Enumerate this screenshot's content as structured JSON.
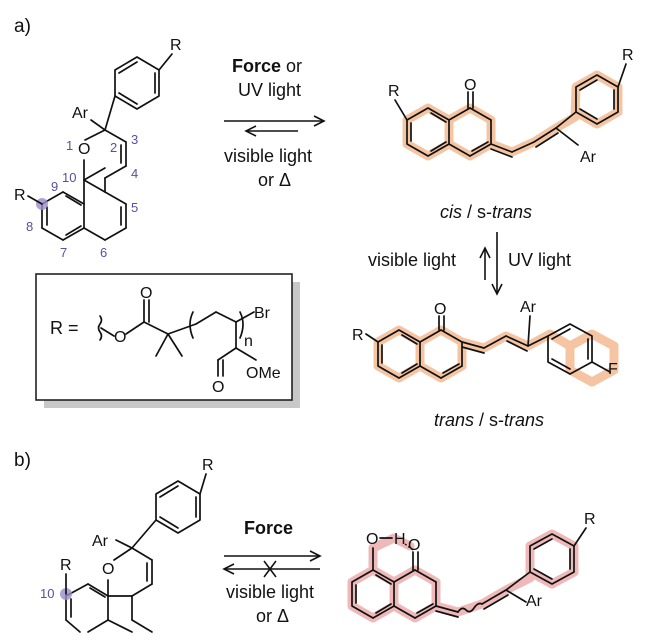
{
  "panels": {
    "a": "a)",
    "b": "b)"
  },
  "atoms": {
    "R": "R",
    "Ar": "Ar",
    "O": "O",
    "H": "H",
    "Br": "Br",
    "OMe": "OMe",
    "n": "n",
    "R_equals": "R =",
    "R_partial": "F"
  },
  "numbering": [
    "1",
    "2",
    "3",
    "4",
    "5",
    "6",
    "7",
    "8",
    "9",
    "10"
  ],
  "numbering_b": "10",
  "arrows_a_top": {
    "forward_bold": "Force",
    "forward_rest": " or",
    "forward_line2": "UV light",
    "reverse_line1": "visible light",
    "reverse_line2": "or Δ"
  },
  "arrows_a_vertical": {
    "left": "visible light",
    "right": "UV light"
  },
  "arrows_b": {
    "forward_bold": "Force",
    "reverse_line1": "visible light",
    "reverse_line2": "or Δ"
  },
  "isomer_labels": {
    "top_italic": "cis",
    "top_rest": " / s-",
    "top_italic2": "trans",
    "bottom_italic": "trans",
    "bottom_rest": " / s-",
    "bottom_italic2": "trans"
  },
  "colors": {
    "merocyanine_glow": "#f2b184",
    "hydrogen_bonded_glow": "#e9a2a2",
    "numbering": "#5a4fa0",
    "position_marker": "#9b8cc8"
  }
}
